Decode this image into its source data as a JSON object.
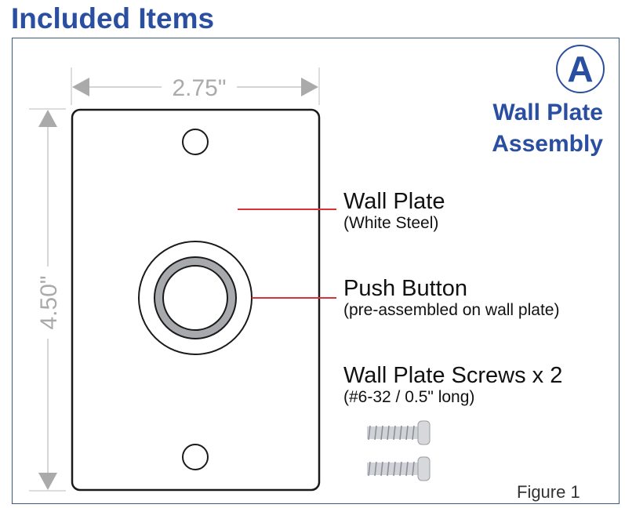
{
  "page": {
    "title": "Included Items"
  },
  "section": {
    "letter": "A",
    "title_line1": "Wall Plate",
    "title_line2": "Assembly"
  },
  "dimensions": {
    "width": "2.75\"",
    "height": "4.50\""
  },
  "items": [
    {
      "name": "Wall Plate",
      "detail": "(White Steel)"
    },
    {
      "name": "Push Button",
      "detail": "(pre-assembled on wall plate)"
    },
    {
      "name": "Wall Plate Screws x 2",
      "detail": "(#6-32 / 0.5\" long)"
    }
  ],
  "figure": {
    "caption": "Figure 1"
  },
  "colors": {
    "heading_blue": "#2a4ea0",
    "frame_border": "#3a5a86",
    "leader_red": "#d9303a",
    "dimension_gray": "#aaaaaa",
    "button_ring_gray": "#a7a9ac"
  }
}
